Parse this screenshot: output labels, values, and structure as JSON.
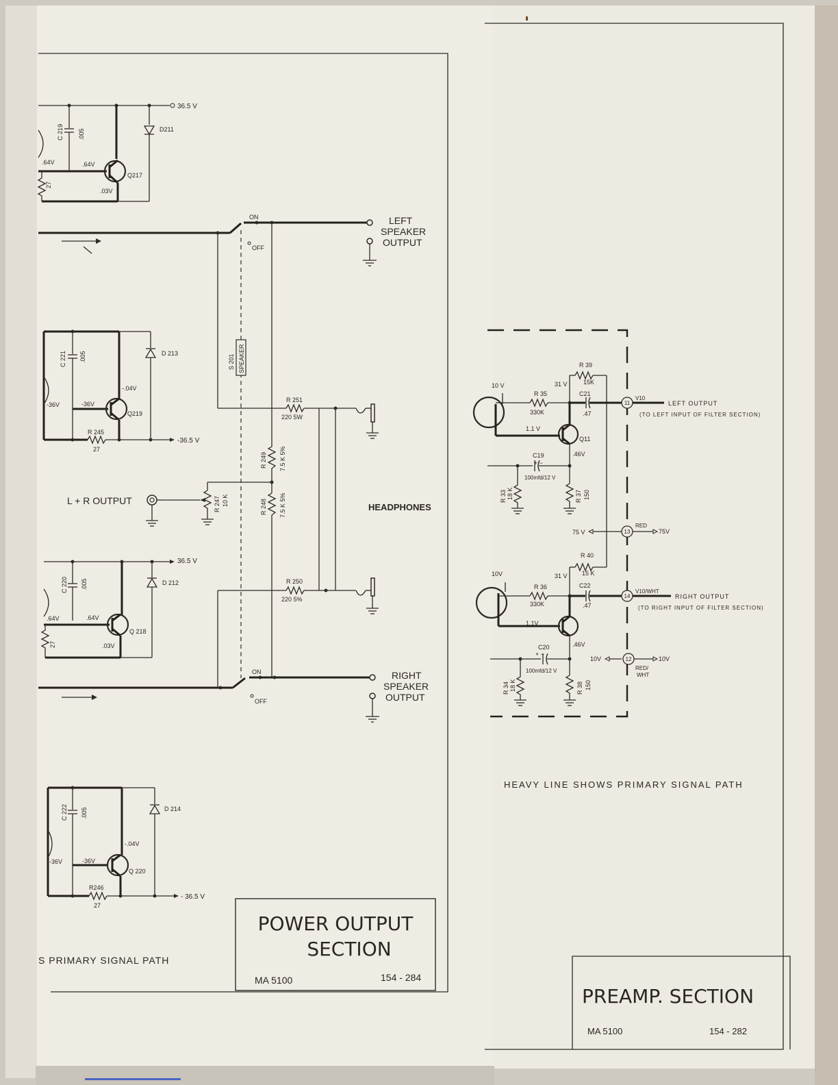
{
  "left_sheet": {
    "title_block": {
      "title_line1": "POWER OUTPUT",
      "title_line2": "SECTION",
      "model": "MA 5100",
      "drawing_no": "154 - 284"
    },
    "note": "S PRIMARY SIGNAL PATH",
    "outputs": {
      "left_line1": "LEFT",
      "left_line2": "SPEAKER",
      "left_line3": "OUTPUT",
      "right_line1": "RIGHT",
      "right_line2": "SPEAKER",
      "right_line3": "OUTPUT",
      "lr": "L + R OUTPUT",
      "headphones": "HEADPHONES"
    },
    "switch": {
      "on": "ON",
      "off": "OFF",
      "name": "S 201",
      "label": "SPEAKER"
    },
    "stage1": {
      "rail": "36.5 V",
      "cap": "C 219",
      "cap_val": ".005",
      "diode": "D211",
      "transistor": "Q217",
      "v_base": ".64V",
      "v_in": ".64V",
      "v_emit": ".03V",
      "res_val": "27"
    },
    "stage2": {
      "rail": "-36.5 V",
      "cap": "C 221",
      "cap_val": ".005",
      "diode": "D 213",
      "transistor": "Q219",
      "v_base": "-36V",
      "v_in": "-36V",
      "v_col": "-.04V",
      "res": "R 245",
      "res_val": "27"
    },
    "stage3": {
      "rail": "36.5 V",
      "cap": "C 220",
      "cap_val": ".005",
      "diode": "D 212",
      "transistor": "Q 218",
      "v_base": ".64V",
      "v_in": ".64V",
      "v_emit": ".03V"
    },
    "stage4": {
      "rail": "- 36.5 V",
      "cap": "C 222",
      "cap_val": ".005",
      "diode": "D 214",
      "transistor": "Q 220",
      "v_base": "-36V",
      "v_in": "-36V",
      "v_col": "-.04V",
      "res": "R246",
      "res_val": "27"
    },
    "resistors": {
      "r251": "R 251",
      "r251_val": "220  5W",
      "r250": "R 250",
      "r250_val": "220  5%",
      "r249": "R 249",
      "r249_val": "7.5 K 5%",
      "r248": "R 248",
      "r248_val": "7.5 K 5%",
      "r247": "R 247",
      "r247_val": "10 K"
    }
  },
  "right_sheet": {
    "title_block": {
      "title": "PREAMP.  SECTION",
      "model": "MA 5100",
      "drawing_no": "154 - 282"
    },
    "note": "HEAVY LINE SHOWS PRIMARY SIGNAL PATH",
    "left_ch": {
      "r39": "R 39",
      "r39_val": "15K",
      "r35": "R 35",
      "r35_val": "330K",
      "c21": "C21",
      "c21_val": ".47",
      "v_in": "10 V",
      "v_col": "31 V",
      "v_base": "1.1 V",
      "v_emit": ".46V",
      "transistor": "Q11",
      "c19": "C19",
      "c19_val": "100mfd/12 V",
      "r33": "R 33",
      "r33_val": "18 K",
      "r37": "R 37",
      "r37_val": "150",
      "term": "11",
      "term_lbl": "V10",
      "out": "LEFT  OUTPUT",
      "out_note": "(TO  LEFT  INPUT  OF  FILTER  SECTION)"
    },
    "supply": {
      "term": "13",
      "color": "RED",
      "v_left": "75 V",
      "v_right": "75V"
    },
    "right_ch": {
      "r40": "R 40",
      "r40_val": "15 K",
      "r36": "R 36",
      "r36_val": "330K",
      "c22": "C22",
      "c22_val": ".47",
      "v_in": "10V",
      "v_col": "31 V",
      "v_base": "1.1V",
      "v_emit": ".46V",
      "c20": "C20",
      "c20_val": "100mfd/12 V",
      "r34": "R 34",
      "r34_val": "18 K",
      "r38": "R 38",
      "r38_val": "150",
      "term": "14",
      "term_lbl": "V10/WHT",
      "out": "RIGHT  OUTPUT",
      "out_note": "(TO  RIGHT  INPUT  OF  FILTER  SECTION)"
    },
    "supply2": {
      "term": "12",
      "color1": "RED/",
      "color2": "WHT",
      "v_left": "10V",
      "v_right": "10V"
    }
  }
}
